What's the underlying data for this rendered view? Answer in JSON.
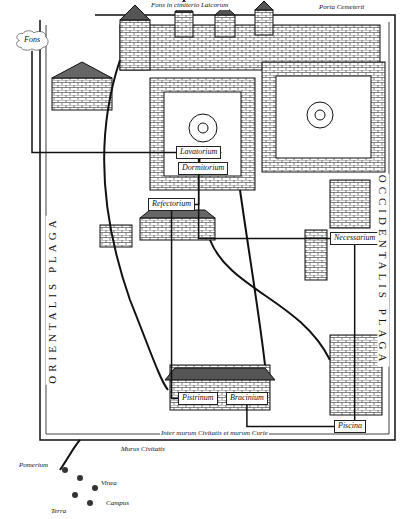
{
  "diagram": {
    "nodes": [
      {
        "text": [
          "Fons"
        ]
      },
      {
        "text": [
          "Lavatorium"
        ]
      },
      {
        "text": [
          "Dormitorium"
        ]
      },
      {
        "text": [
          "Refectorium"
        ]
      },
      {
        "text": [
          "Necessarium"
        ]
      },
      {
        "text": [
          "Pistrinum"
        ]
      },
      {
        "text": [
          "Bracinium"
        ]
      },
      {
        "text": [
          "Piscina"
        ]
      }
    ],
    "edges": [
      {
        "from": 0,
        "to": 1,
        "arrow": "none"
      },
      {
        "from": 1,
        "to": 2,
        "arrow": "none"
      },
      {
        "from": 1,
        "to": 3,
        "arrow": "none"
      },
      {
        "from": 3,
        "to": 5,
        "arrow": "none"
      },
      {
        "from": 1,
        "to": 4,
        "arrow": "none"
      },
      {
        "from": 4,
        "to": 7,
        "arrow": "none"
      },
      {
        "from": 6,
        "to": 7,
        "arrow": "none"
      }
    ],
    "labels": [
      "Porta Cemeterii",
      "Fons in cimiterio Laicorum",
      "ORIENTALIS PLAGA",
      "OCCIDENTALIS PLAGA",
      "Murus Civitatis",
      "Inter murum Civitatis et murum Curie",
      "Pomerium",
      "Vinea",
      "Campus",
      "Terra"
    ]
  }
}
